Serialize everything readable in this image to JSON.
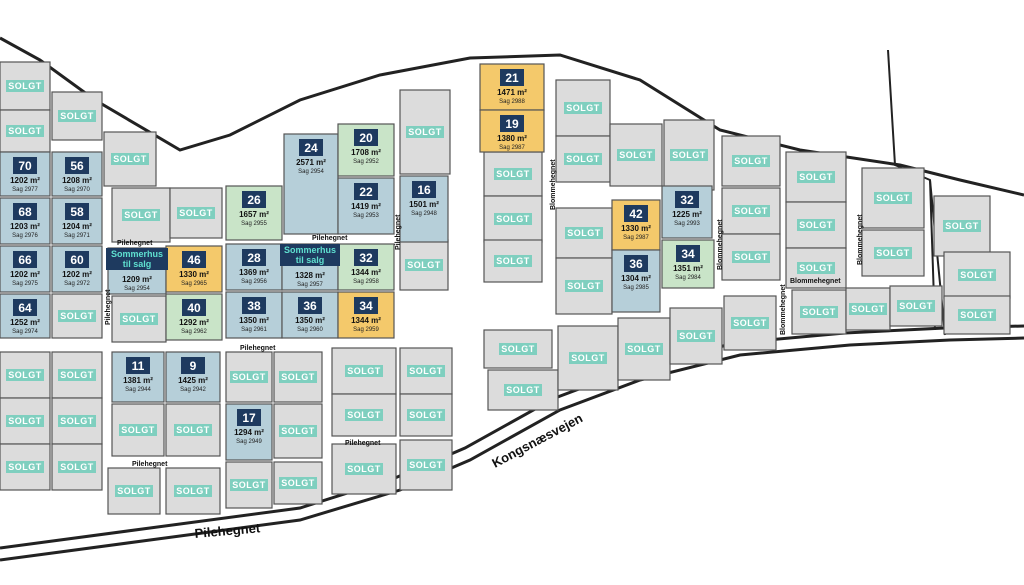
{
  "colors": {
    "sold": "#dcdcdc",
    "available": "#b6cfd9",
    "reserved": "#f4c96b",
    "green": "#c9e4c8",
    "badge_sold": "#7fcfbf",
    "badge_number": "#1e3a5f"
  },
  "sold_label": "SOLGT",
  "for_sale_label_1": "Sommerhus",
  "for_sale_label_2": "til salg",
  "streets": {
    "pilehegnet": "Pilehegnet",
    "blommehegnet": "Blommehegnet",
    "kongsnaesvejen": "Kongsnæsvejen"
  },
  "lots": [
    {
      "id": "70",
      "area": "1202 m²",
      "sag": "Sag 2977",
      "status": "available"
    },
    {
      "id": "56",
      "area": "1208 m²",
      "sag": "Sag 2970",
      "status": "available"
    },
    {
      "id": "68",
      "area": "1203 m²",
      "sag": "Sag 2976",
      "status": "available"
    },
    {
      "id": "58",
      "area": "1204 m²",
      "sag": "Sag 2971",
      "status": "available"
    },
    {
      "id": "66",
      "area": "1202 m²",
      "sag": "Sag 2975",
      "status": "available"
    },
    {
      "id": "60",
      "area": "1202 m²",
      "sag": "Sag 2972",
      "status": "available"
    },
    {
      "id": "64",
      "area": "1252 m²",
      "sag": "Sag 2974",
      "status": "available"
    },
    {
      "id": "",
      "area": "1209 m²",
      "sag": "Sag 2954",
      "status": "available",
      "for_sale": true
    },
    {
      "id": "46",
      "area": "1330 m²",
      "sag": "Sag 2965",
      "status": "reserved"
    },
    {
      "id": "40",
      "area": "1292 m²",
      "sag": "Sag 2962",
      "status": "green"
    },
    {
      "id": "26",
      "area": "1657 m²",
      "sag": "Sag 2955",
      "status": "green"
    },
    {
      "id": "24",
      "area": "2571 m²",
      "sag": "Sag 2954",
      "status": "available"
    },
    {
      "id": "20",
      "area": "1708 m²",
      "sag": "Sag 2952",
      "status": "green"
    },
    {
      "id": "22",
      "area": "1419 m²",
      "sag": "Sag 2953",
      "status": "available"
    },
    {
      "id": "28",
      "area": "1369 m²",
      "sag": "Sag 2956",
      "status": "available"
    },
    {
      "id": "",
      "area": "1328 m²",
      "sag": "Sag 2957",
      "status": "available",
      "for_sale": true
    },
    {
      "id": "32",
      "area": "1344 m²",
      "sag": "Sag 2958",
      "status": "green"
    },
    {
      "id": "38",
      "area": "1350 m²",
      "sag": "Sag 2961",
      "status": "available"
    },
    {
      "id": "36",
      "area": "1350 m²",
      "sag": "Sag 2960",
      "status": "available"
    },
    {
      "id": "34",
      "area": "1344 m²",
      "sag": "Sag 2959",
      "status": "reserved"
    },
    {
      "id": "16",
      "area": "1501 m²",
      "sag": "Sag 2948",
      "status": "available"
    },
    {
      "id": "11",
      "area": "1381 m²",
      "sag": "Sag 2944",
      "status": "available"
    },
    {
      "id": "9",
      "area": "1425 m²",
      "sag": "Sag 2942",
      "status": "available"
    },
    {
      "id": "17",
      "area": "1294 m²",
      "sag": "Sag 2949",
      "status": "available"
    },
    {
      "id": "21",
      "area": "1471 m²",
      "sag": "Sag 2988",
      "status": "reserved"
    },
    {
      "id": "19",
      "area": "1380 m²",
      "sag": "Sag 2987",
      "status": "reserved"
    },
    {
      "id": "42",
      "area": "1330 m²",
      "sag": "Sag 2987",
      "status": "reserved"
    },
    {
      "id": "32",
      "area": "1225 m²",
      "sag": "Sag 2993",
      "status": "available"
    },
    {
      "id": "36",
      "area": "1304 m²",
      "sag": "Sag 2985",
      "status": "available"
    },
    {
      "id": "34",
      "area": "1351 m²",
      "sag": "Sag 2984",
      "status": "green"
    }
  ]
}
